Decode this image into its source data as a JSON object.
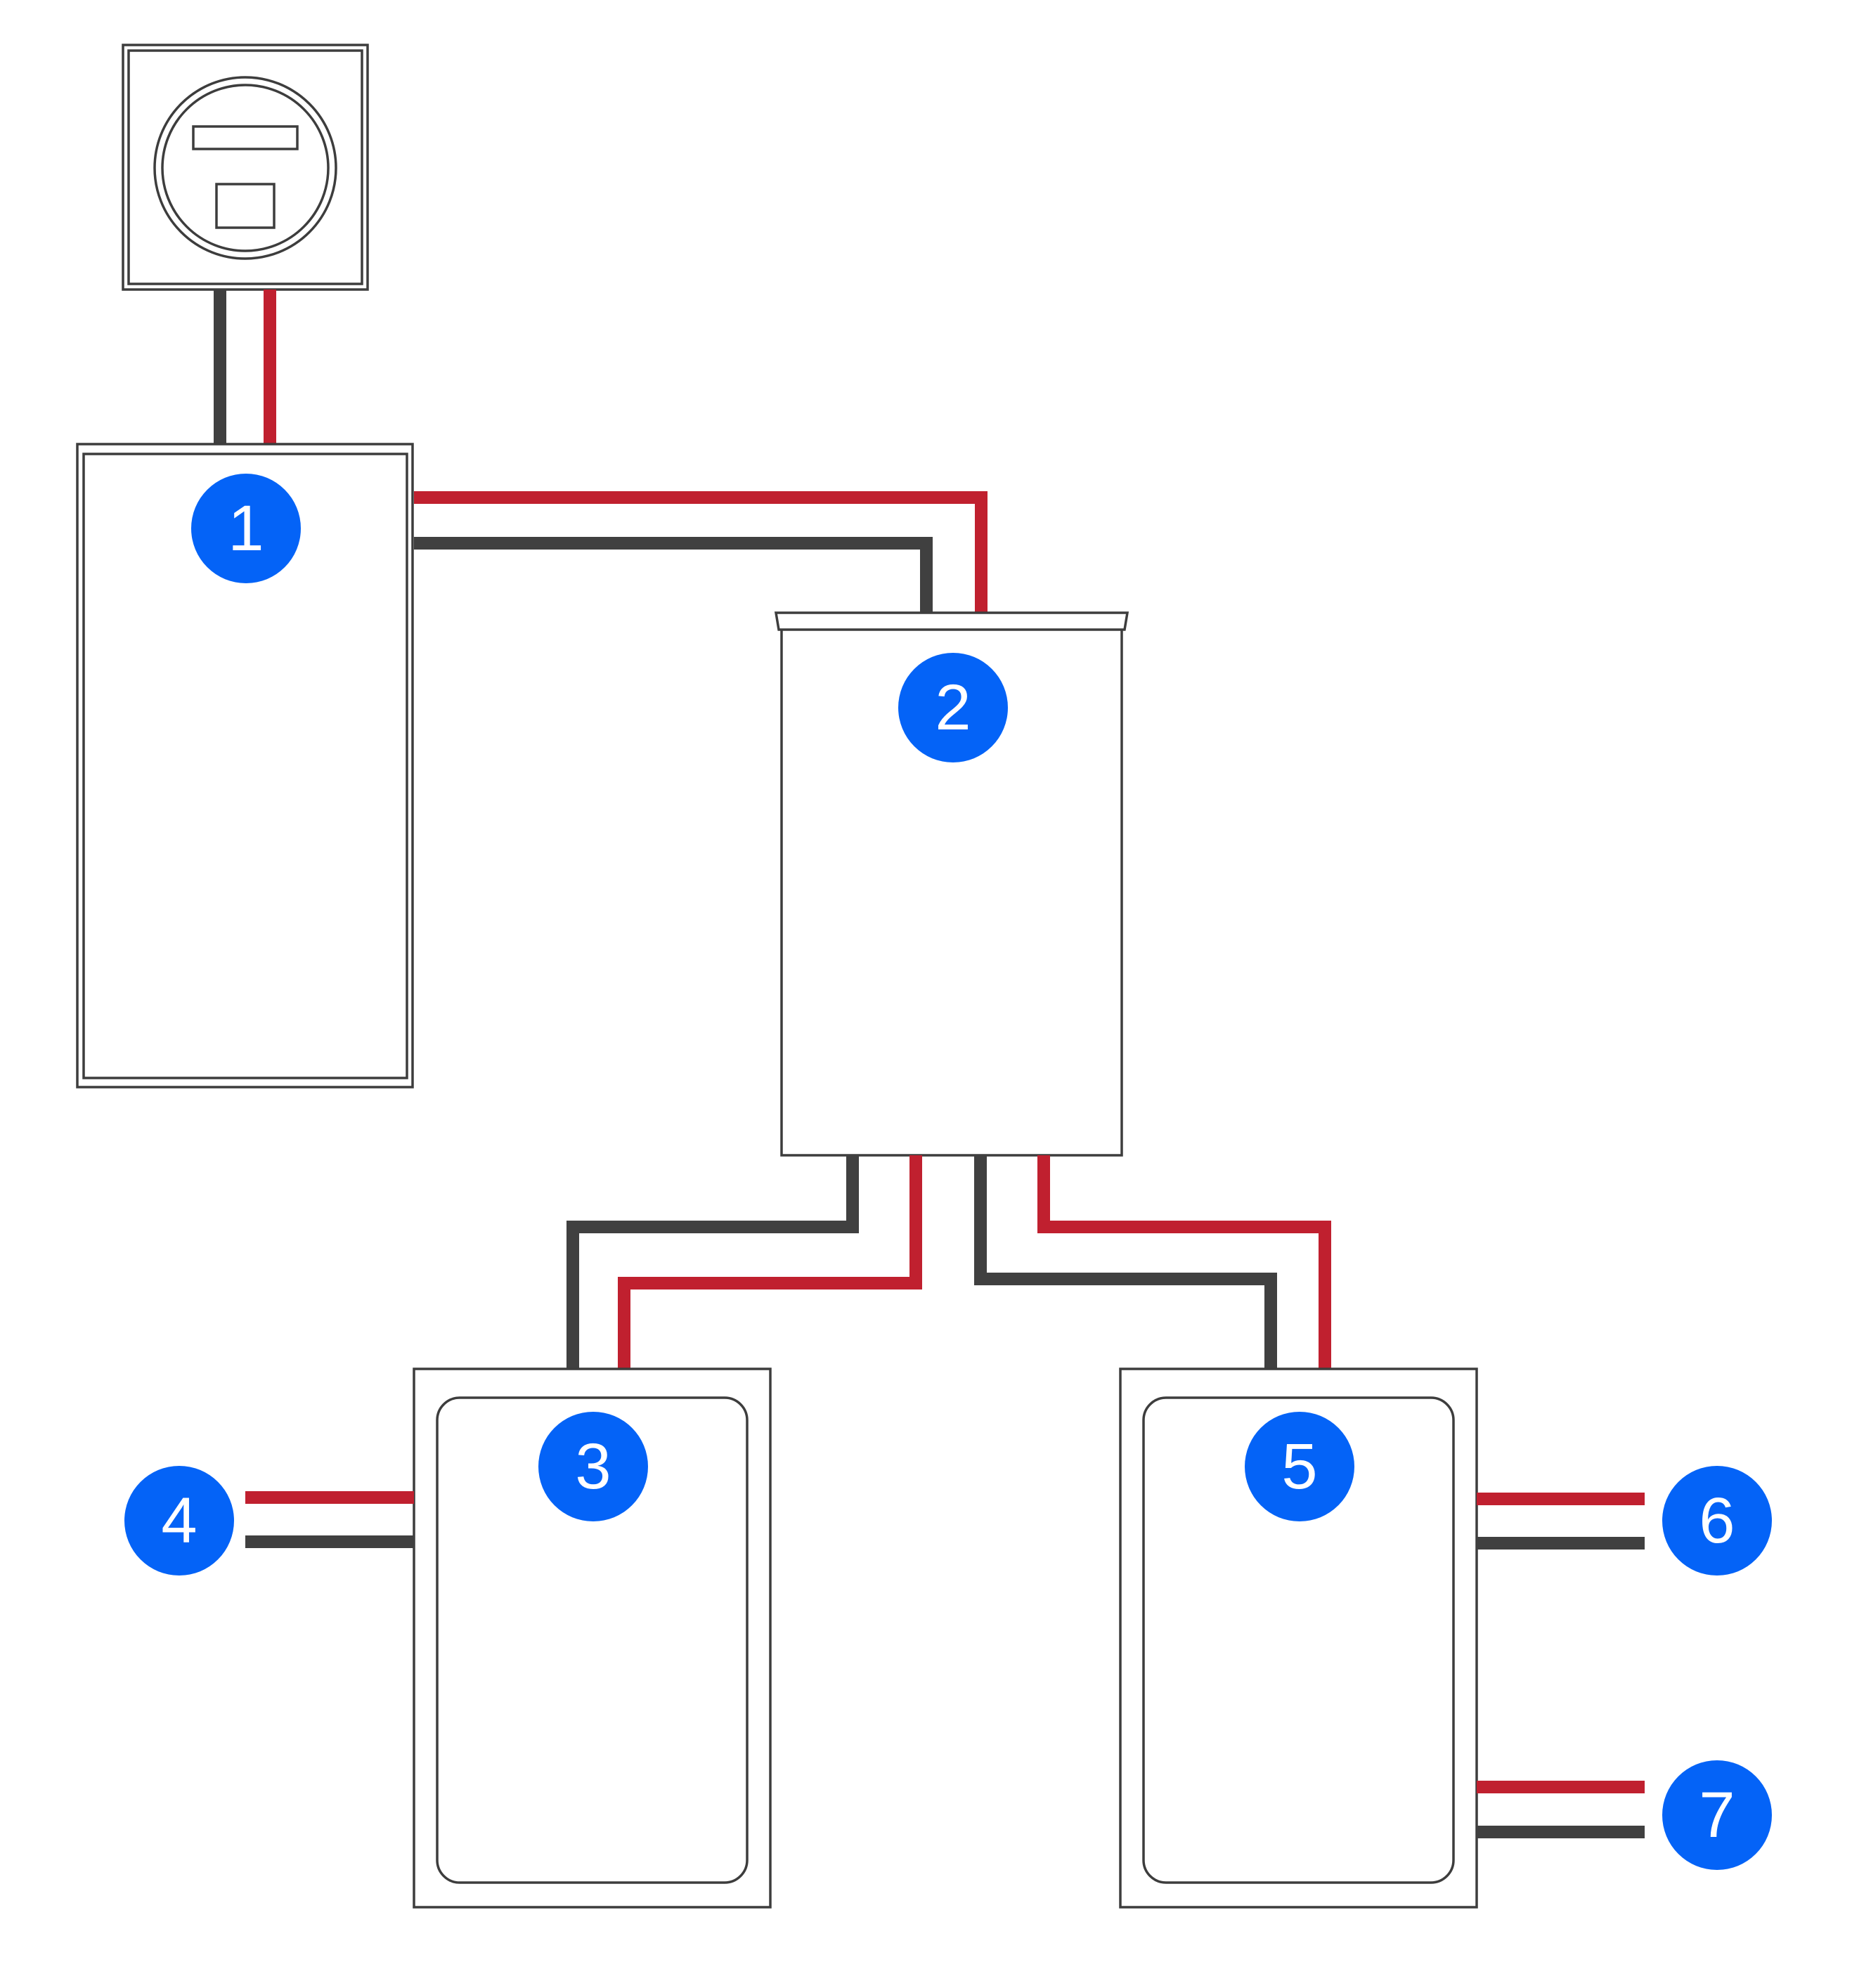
{
  "colors": {
    "hot_wire": "#c0202f",
    "neutral_wire": "#404040",
    "badge": "#0463f7",
    "outline": "#3d3d3d"
  },
  "badges": [
    {
      "id": "1",
      "label": "1"
    },
    {
      "id": "2",
      "label": "2"
    },
    {
      "id": "3",
      "label": "3"
    },
    {
      "id": "4",
      "label": "4"
    },
    {
      "id": "5",
      "label": "5"
    },
    {
      "id": "6",
      "label": "6"
    },
    {
      "id": "7",
      "label": "7"
    }
  ]
}
